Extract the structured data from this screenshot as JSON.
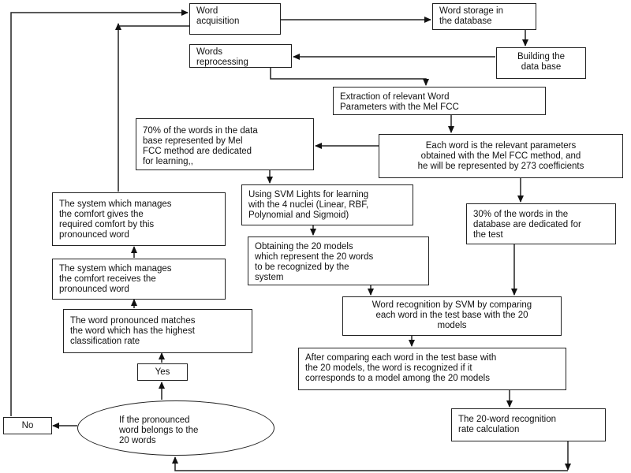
{
  "nodes": {
    "word_acquisition": "Word\nacquisition",
    "word_storage": "Word storage in\nthe database",
    "words_reprocessing": "Words\nreprocessing",
    "building_db": "Building the\ndata base",
    "extraction": "Extraction of relevant Word\nParameters with the Mel FCC",
    "seventy_percent": "70% of the words in the data\nbase represented by Mel\nFCC method are dedicated\nfor learning,,",
    "each_word": "Each word is the relevant parameters\nobtained with the Mel FCC method, and\nhe will be represented by 273 coefficients",
    "svm_lights": "Using SVM Lights for learning\nwith the 4 nuclei (Linear, RBF,\nPolynomial and Sigmoid)",
    "thirty_percent": "30% of the words in the\ndatabase are dedicated for\nthe test",
    "obtaining_models": "Obtaining the 20 models\nwhich represent the 20 words\nto be recognized by the\nsystem",
    "word_recognition_svm": "Word recognition by SVM by comparing\neach word in the test base with the 20\nmodels",
    "after_comparing": "After comparing each word in the test base with\nthe 20 models, the word is recognized if it\ncorresponds to a model among the 20 models",
    "rate_calculation": "The 20-word recognition\nrate calculation",
    "gives_comfort": "The system which manages\nthe comfort gives the\nrequired comfort by this\npronounced word",
    "receives_word": "The system which manages\nthe comfort receives the\npronounced word",
    "word_matches": "The word pronounced matches\nthe word which has the highest\nclassification rate",
    "yes": "Yes",
    "decision": "If the pronounced\nword belongs to the\n20 words",
    "no": "No"
  },
  "colors": {
    "stroke": "#222222",
    "background": "#ffffff",
    "text": "#111111"
  }
}
